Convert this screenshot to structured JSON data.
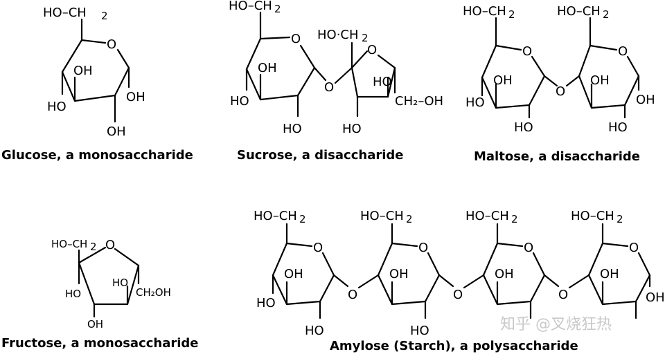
{
  "captions": {
    "glucose": "Glucose, a monosaccharide",
    "sucrose": "Sucrose, a disaccharide",
    "maltose": "Maltose, a disaccharide",
    "fructose": "Fructose, a monosaccharide",
    "amylose": "Amylose (Starch), a polysaccharide"
  },
  "labels": {
    "ho": "HO",
    "oh": "OH",
    "o": "O",
    "ho_ch": "HO–CH",
    "ho_dot_ch": "HO·CH",
    "ch2oh": "CH₂OH",
    "ch2_oh": "CH₂–OH",
    "sub2": "2"
  },
  "watermark": {
    "text": "知乎 @叉烧狂热"
  }
}
